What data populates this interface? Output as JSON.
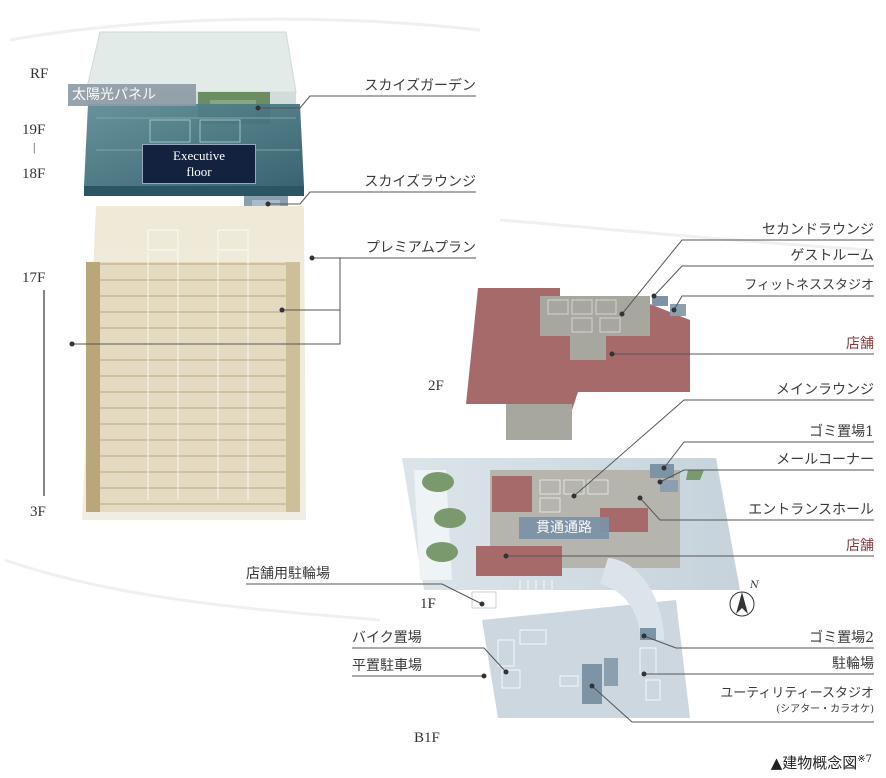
{
  "floors": {
    "rf": "RF",
    "f19": "19F",
    "dash": "|",
    "f18": "18F",
    "f17": "17F",
    "f3": "3F",
    "f2": "2F",
    "f1": "1F",
    "b1": "B1F"
  },
  "tower_labels": {
    "solar_panel": "太陽光パネル",
    "executive_line1": "Executive",
    "executive_line2": "floor",
    "sky_garden": "スカイズガーデン",
    "sky_lounge": "スカイズラウンジ",
    "premium_plan": "プレミアムプラン"
  },
  "second_floor_labels": {
    "second_lounge": "セカンドラウンジ",
    "guest_room": "ゲストルーム",
    "fitness_studio": "フィットネススタジオ",
    "shop": "店舗"
  },
  "first_floor_labels": {
    "main_lounge": "メインラウンジ",
    "garbage_1": "ゴミ置場1",
    "mail_corner": "メールコーナー",
    "entrance_hall": "エントランスホール",
    "shop": "店舗",
    "passage": "貫通通路",
    "shop_bicycle": "店舗用駐輪場",
    "compass": "N"
  },
  "basement_labels": {
    "bike_parking": "バイク置場",
    "flat_parking": "平置駐車場",
    "garbage_2": "ゴミ置場2",
    "bicycle_parking": "駐輪場",
    "utility_studio": "ユーティリティースタジオ",
    "utility_note": "(シアター・カラオケ)"
  },
  "caption": {
    "text": "▲建物概念図",
    "note": "※7"
  },
  "colors": {
    "tower_beige": "#d9ccaa",
    "teal_floor": "#3d6e7a",
    "executive_bg": "#13233f",
    "shop_red": "#a96a6a",
    "gray_floor": "#a7a7a0",
    "ground_blue": "#c9d6de",
    "green": "#7a9a6e"
  }
}
